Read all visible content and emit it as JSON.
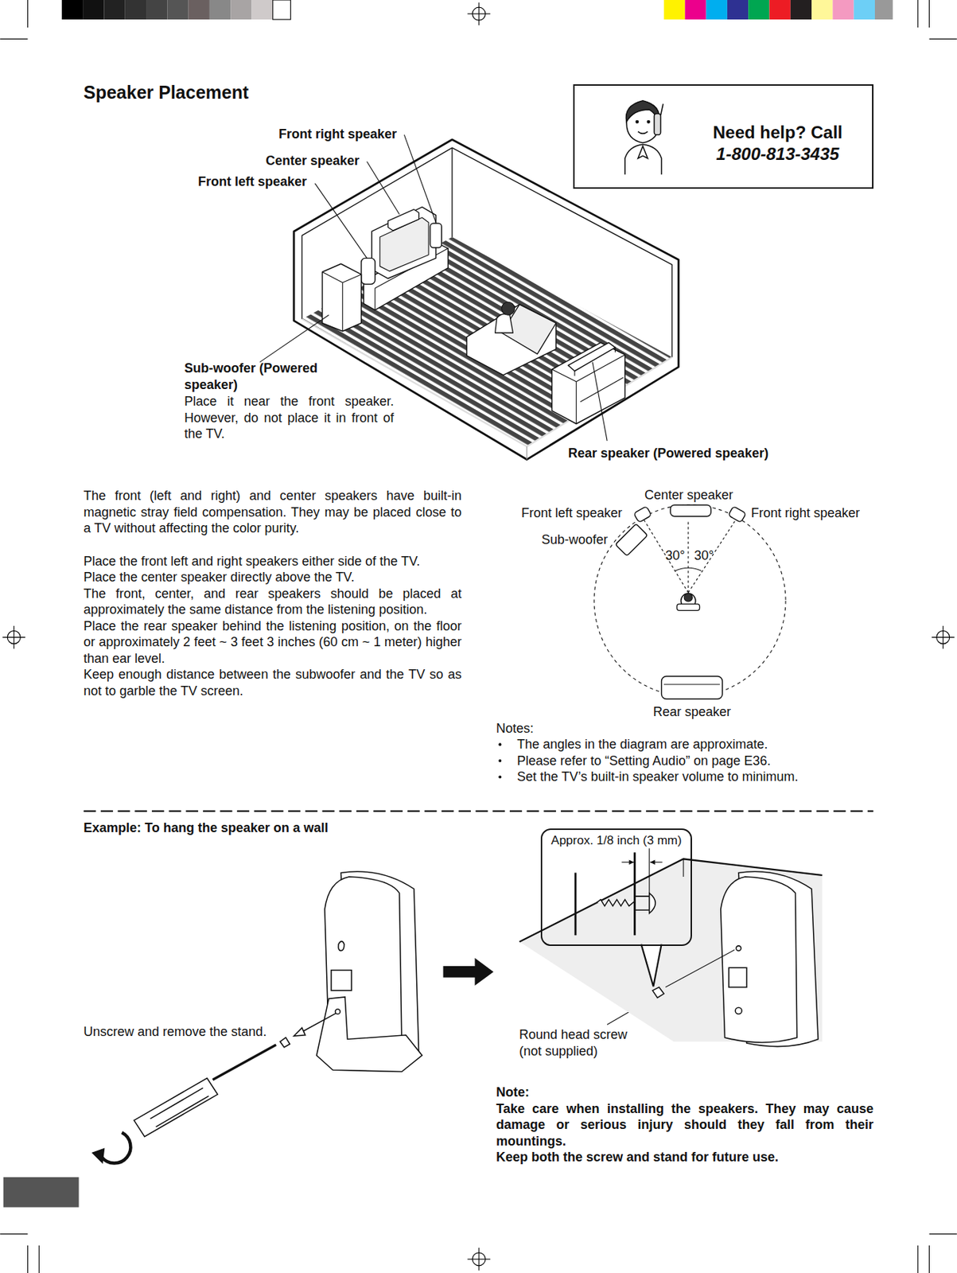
{
  "diagram": {
    "title": "Speaker Placement",
    "nodes": [
      {
        "text": [
          "Need help? Call",
          "1-800-813-3435"
        ]
      },
      {
        "text": [
          "Approx. 1/8 inch (3 mm)"
        ]
      }
    ],
    "labels": [
      "Front right speaker",
      "Center speaker",
      "Front left speaker",
      "Sub-woofer (Powered speaker)",
      "Place it near the front speaker. However, do not place it in front of the TV.",
      "Rear speaker (Powered speaker)",
      "The front (left and right) and center speakers have built-in magnetic stray field compensation. They may be placed close to a TV without affecting the color purity.",
      "Place the front left and right speakers either side of the TV.",
      "Place the center speaker directly above the TV.",
      "The front, center, and rear speakers should be placed at approximately the same distance from the listening position.",
      "Place the rear speaker behind the listening position, on the floor or approximately 2 feet ~ 3 feet 3 inches (60 cm ~ 1 meter) higher than ear level.",
      "Keep enough distance between the subwoofer and the TV so as not to garble the TV screen.",
      "Center speaker",
      "Front left speaker",
      "Front right speaker",
      "Sub-woofer",
      "30°",
      "30°",
      "Rear speaker",
      "Notes:",
      "The angles in the diagram are approximate.",
      "Please refer to “Setting Audio” on page E36.",
      "Set the TV’s built-in speaker volume to minimum.",
      "Example: To hang the speaker on a wall",
      "Unscrew and remove the stand.",
      "Round head screw (not supplied)",
      "Note:",
      "Take care when installing the speakers. They may cause damage or serious injury should they fall from their mountings.",
      "Keep both the screw and stand for future use."
    ]
  }
}
